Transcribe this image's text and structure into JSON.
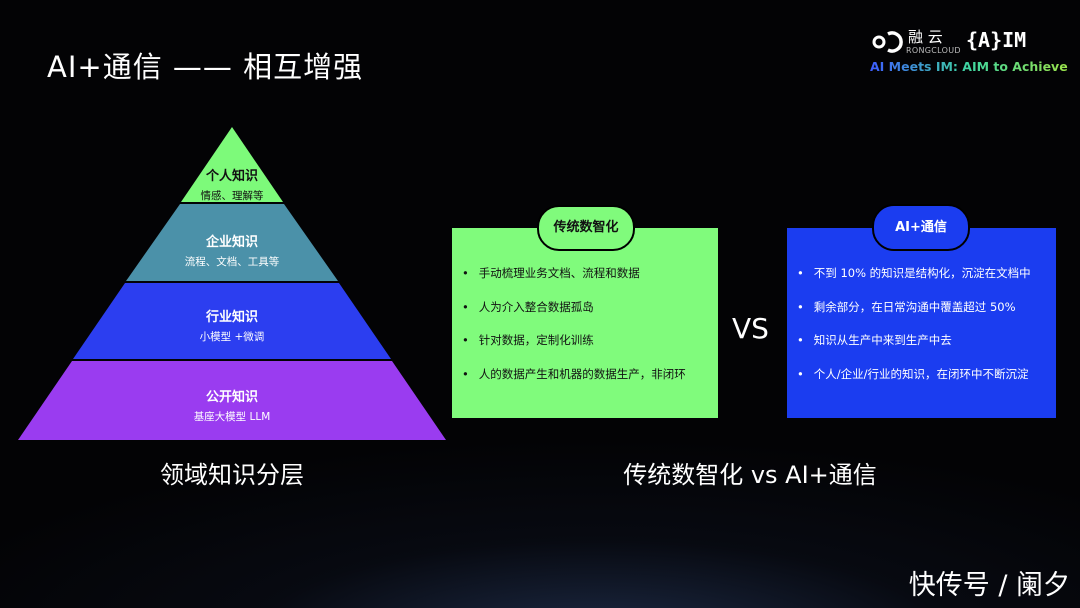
{
  "title": "AI+通信 —— 相互增强",
  "logo": {
    "brand": "融 云",
    "brand_sub": "RONGCLOUD",
    "aim": "{A}IM",
    "tagline": "AI Meets IM: AIM to Achieve"
  },
  "pyramid": {
    "caption": "领域知识分层",
    "layers": [
      {
        "title": "个人知识",
        "sub": "情感、理解等",
        "color": "#7dfa7a"
      },
      {
        "title": "企业知识",
        "sub": "流程、文档、工具等",
        "color": "#4b91a9"
      },
      {
        "title": "行业知识",
        "sub": "小模型 +微调",
        "color": "#2c3ef0"
      },
      {
        "title": "公开知识",
        "sub": "基座大模型 LLM",
        "color": "#9a3cf0"
      }
    ]
  },
  "compare": {
    "caption": "传统数智化 vs AI+通信",
    "vs": "VS",
    "left": {
      "label": "传统数智化",
      "color": "#80fb7c",
      "items": [
        "手动梳理业务文档、流程和数据",
        "人为介入整合数据孤岛",
        "针对数据，定制化训练",
        "人的数据产生和机器的数据生产，非闭环"
      ]
    },
    "right": {
      "label": "AI+通信",
      "color": "#1b3df0",
      "items": [
        "不到 10% 的知识是结构化，沉淀在文档中",
        "剩余部分，在日常沟通中覆盖超过 50%",
        "知识从生产中来到生产中去",
        "个人/企业/行业的知识，在闭环中不断沉淀"
      ]
    }
  },
  "watermark": "快传号 / 阑夕"
}
